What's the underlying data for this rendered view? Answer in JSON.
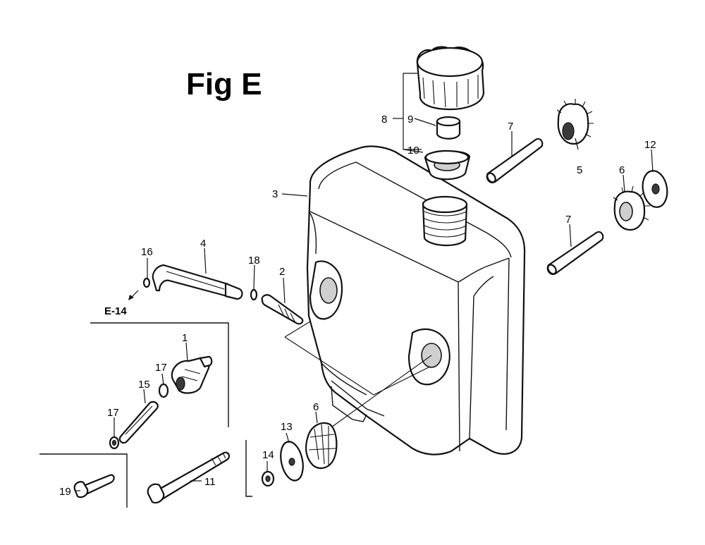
{
  "figure": {
    "title": "Fig E"
  },
  "reference": {
    "label": "E-14"
  },
  "callouts": {
    "c1": "1",
    "c2": "2",
    "c3": "3",
    "c4": "4",
    "c5": "5",
    "c6a": "6",
    "c6b": "6",
    "c7a": "7",
    "c7b": "7",
    "c8": "8",
    "c9": "9",
    "c10": "10",
    "c11": "11",
    "c12": "12",
    "c13": "13",
    "c14": "14",
    "c15": "15",
    "c16": "16",
    "c17a": "17",
    "c17b": "17",
    "c18": "18",
    "c19": "19"
  }
}
